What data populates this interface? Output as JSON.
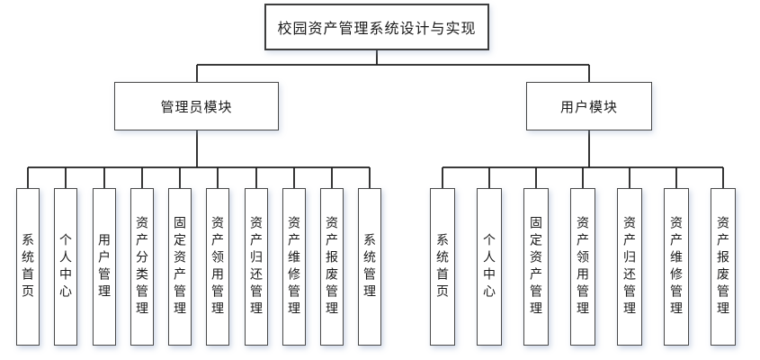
{
  "diagram": {
    "title": "校园资产管理系统设计与实现",
    "colors": {
      "background": "#ffffff",
      "line": "#1f1f1f",
      "box_border": "#3d3d3d",
      "text": "#1a1a1a"
    },
    "branches": [
      {
        "label": "管理员模块",
        "children": [
          "系统首页",
          "个人中心",
          "用户管理",
          "资产分类管理",
          "固定资产管理",
          "资产领用管理",
          "资产归还管理",
          "资产维修管理",
          "资产报废管理",
          "系统管理"
        ]
      },
      {
        "label": "用户模块",
        "children": [
          "系统首页",
          "个人中心",
          "固定资产管理",
          "资产领用管理",
          "资产归还管理",
          "资产维修管理",
          "资产报废管理"
        ]
      }
    ]
  }
}
